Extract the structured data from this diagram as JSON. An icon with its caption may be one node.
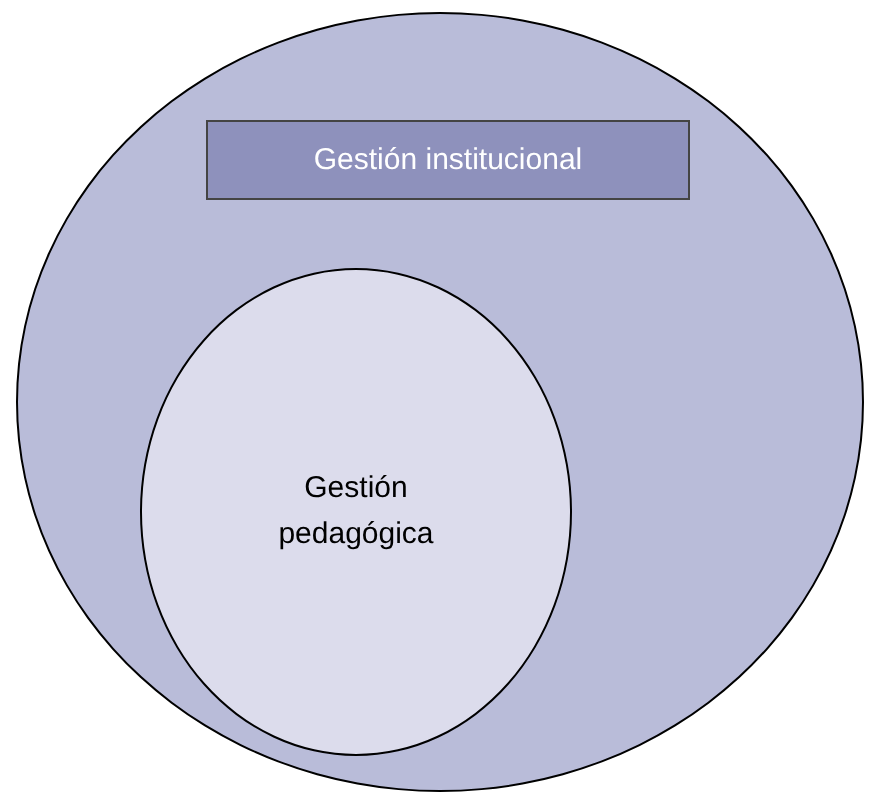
{
  "diagram": {
    "nodes": [
      {
        "text": [],
        "shape": "circle"
      },
      {
        "text": [
          "Gestión institucional"
        ],
        "in": 0
      },
      {
        "text": [
          "Gestión pedagógica"
        ],
        "in": 0
      }
    ],
    "edges": []
  }
}
